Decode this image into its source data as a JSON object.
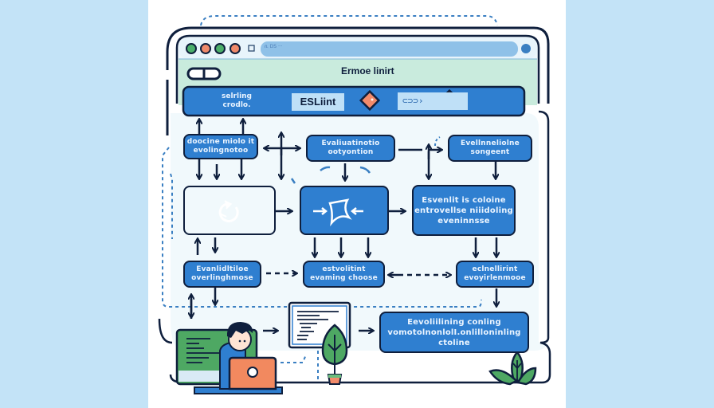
{
  "browser": {
    "url_text": "ቢ DS ···",
    "title": "Ermoe linirt",
    "window_dots": [
      "#4caf6a",
      "#f08a6a",
      "#4caf6a",
      "#f08a6a"
    ]
  },
  "toolbar": {
    "label_line1": "selrling",
    "label_line2": "crodlo.",
    "eslint_chip": "ESLiint",
    "code_chip": "⊂⊃⊃›"
  },
  "nodes": {
    "n1": [
      "doocine miolo it",
      "evolingnotoo"
    ],
    "n2": [
      "Evaliuatinotio",
      "ootyontion"
    ],
    "n3": [
      "Evellnneliolne",
      "songeent"
    ],
    "n4": {
      "icon": "refresh-icon"
    },
    "n5": {
      "icon": "compress-icon"
    },
    "n6": [
      "Esvenlit is coloine",
      "entrovellse niiidoling",
      "eveninnsse"
    ],
    "n7": [
      "Evanlidltiloe",
      "overlinghmose"
    ],
    "n8": [
      "estvolitint",
      "evaming choose"
    ],
    "n9": [
      "eclnellirint",
      "evoyirlenmooe"
    ],
    "n10": [
      "Eevoliilining conling",
      "vomotolnonlolI.onlilloninling",
      "ctoline"
    ]
  },
  "colors": {
    "box_fill": "#2f7fd0",
    "border": "#0f1f3d",
    "accent_orange": "#f28b6b",
    "accent_green": "#4caf6a",
    "panel_green": "#c9ebdd",
    "side_panel": "#c3e3f7"
  }
}
